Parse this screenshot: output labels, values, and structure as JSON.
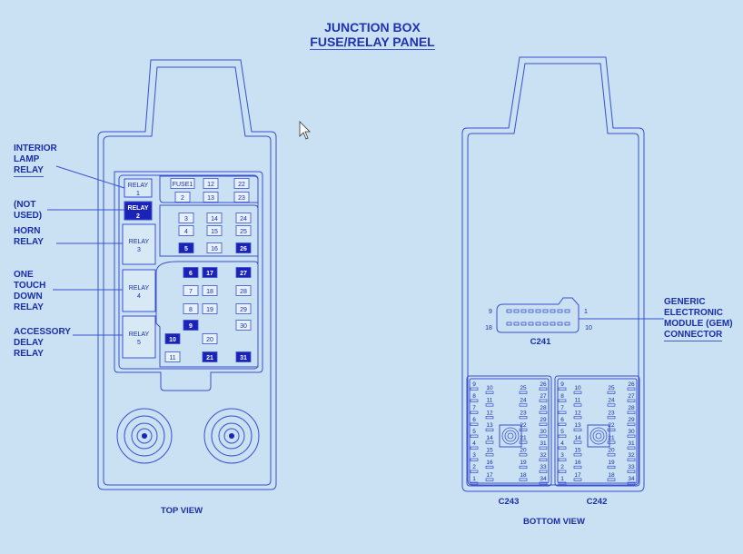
{
  "title": {
    "line1": "JUNCTION BOX",
    "line2": "FUSE/RELAY PANEL"
  },
  "callouts": {
    "interior_lamp_relay": [
      "INTERIOR",
      "LAMP",
      "RELAY"
    ],
    "not_used": [
      "(NOT",
      "USED)"
    ],
    "horn_relay": [
      "HORN",
      "RELAY"
    ],
    "one_touch_down_relay": [
      "ONE",
      "TOUCH",
      "DOWN",
      "RELAY"
    ],
    "accessory_delay_relay": [
      "ACCESSORY",
      "DELAY",
      "RELAY"
    ],
    "gem_connector": [
      "GENERIC",
      "ELECTRONIC",
      "MODULE (GEM)",
      "CONNECTOR"
    ]
  },
  "relays": [
    {
      "label": "RELAY",
      "num": "1",
      "highlighted": false
    },
    {
      "label": "RELAY",
      "num": "2",
      "highlighted": true
    },
    {
      "label": "RELAY",
      "num": "3",
      "highlighted": false
    },
    {
      "label": "RELAY",
      "num": "4",
      "highlighted": false
    },
    {
      "label": "RELAY",
      "num": "5",
      "highlighted": false
    }
  ],
  "fuses": [
    {
      "label": "FUSE1",
      "highlighted": false
    },
    {
      "label": "2",
      "highlighted": false
    },
    {
      "label": "3",
      "highlighted": false
    },
    {
      "label": "4",
      "highlighted": false
    },
    {
      "label": "5",
      "highlighted": true
    },
    {
      "label": "6",
      "highlighted": true
    },
    {
      "label": "7",
      "highlighted": false
    },
    {
      "label": "8",
      "highlighted": false
    },
    {
      "label": "9",
      "highlighted": true
    },
    {
      "label": "10",
      "highlighted": true
    },
    {
      "label": "11",
      "highlighted": false
    },
    {
      "label": "12",
      "highlighted": false
    },
    {
      "label": "13",
      "highlighted": false
    },
    {
      "label": "14",
      "highlighted": false
    },
    {
      "label": "15",
      "highlighted": false
    },
    {
      "label": "16",
      "highlighted": false
    },
    {
      "label": "17",
      "highlighted": true
    },
    {
      "label": "18",
      "highlighted": false
    },
    {
      "label": "19",
      "highlighted": false
    },
    {
      "label": "20",
      "highlighted": false
    },
    {
      "label": "21",
      "highlighted": true
    },
    {
      "label": "22",
      "highlighted": false
    },
    {
      "label": "23",
      "highlighted": false
    },
    {
      "label": "24",
      "highlighted": false
    },
    {
      "label": "25",
      "highlighted": false
    },
    {
      "label": "26",
      "highlighted": true
    },
    {
      "label": "27",
      "highlighted": true
    },
    {
      "label": "28",
      "highlighted": false
    },
    {
      "label": "29",
      "highlighted": false
    },
    {
      "label": "30",
      "highlighted": false
    },
    {
      "label": "31",
      "highlighted": true
    }
  ],
  "c241": {
    "name": "C241",
    "top_left": "9",
    "top_right": "1",
    "bottom_left": "18",
    "bottom_right": "10"
  },
  "c243": {
    "name": "C243",
    "pins": {
      "col1": [
        "9",
        "8",
        "7",
        "6",
        "5",
        "4",
        "3",
        "2",
        "1"
      ],
      "col2": [
        "10",
        "11",
        "12",
        "13",
        "14",
        "15",
        "16",
        "17"
      ],
      "col3": [
        "25",
        "24",
        "23",
        "22",
        "21",
        "20",
        "19",
        "18"
      ],
      "col4": [
        "26",
        "27",
        "28",
        "29",
        "30",
        "31",
        "32",
        "33",
        "34"
      ]
    }
  },
  "c242": {
    "name": "C242",
    "pins": {
      "col1": [
        "9",
        "8",
        "7",
        "6",
        "5",
        "4",
        "3",
        "2",
        "1"
      ],
      "col2": [
        "10",
        "11",
        "12",
        "13",
        "14",
        "15",
        "16",
        "17"
      ],
      "col3": [
        "25",
        "24",
        "23",
        "22",
        "21",
        "20",
        "19",
        "18"
      ],
      "col4": [
        "26",
        "27",
        "28",
        "29",
        "30",
        "31",
        "32",
        "33",
        "34"
      ]
    }
  },
  "captions": {
    "top_view": "TOP VIEW",
    "bottom_view": "BOTTOM VIEW"
  },
  "colors": {
    "line": "#3b4fd0",
    "text": "#1a2ea8",
    "fill_dark": "#1a22b8",
    "background": "#c9e1f2"
  }
}
